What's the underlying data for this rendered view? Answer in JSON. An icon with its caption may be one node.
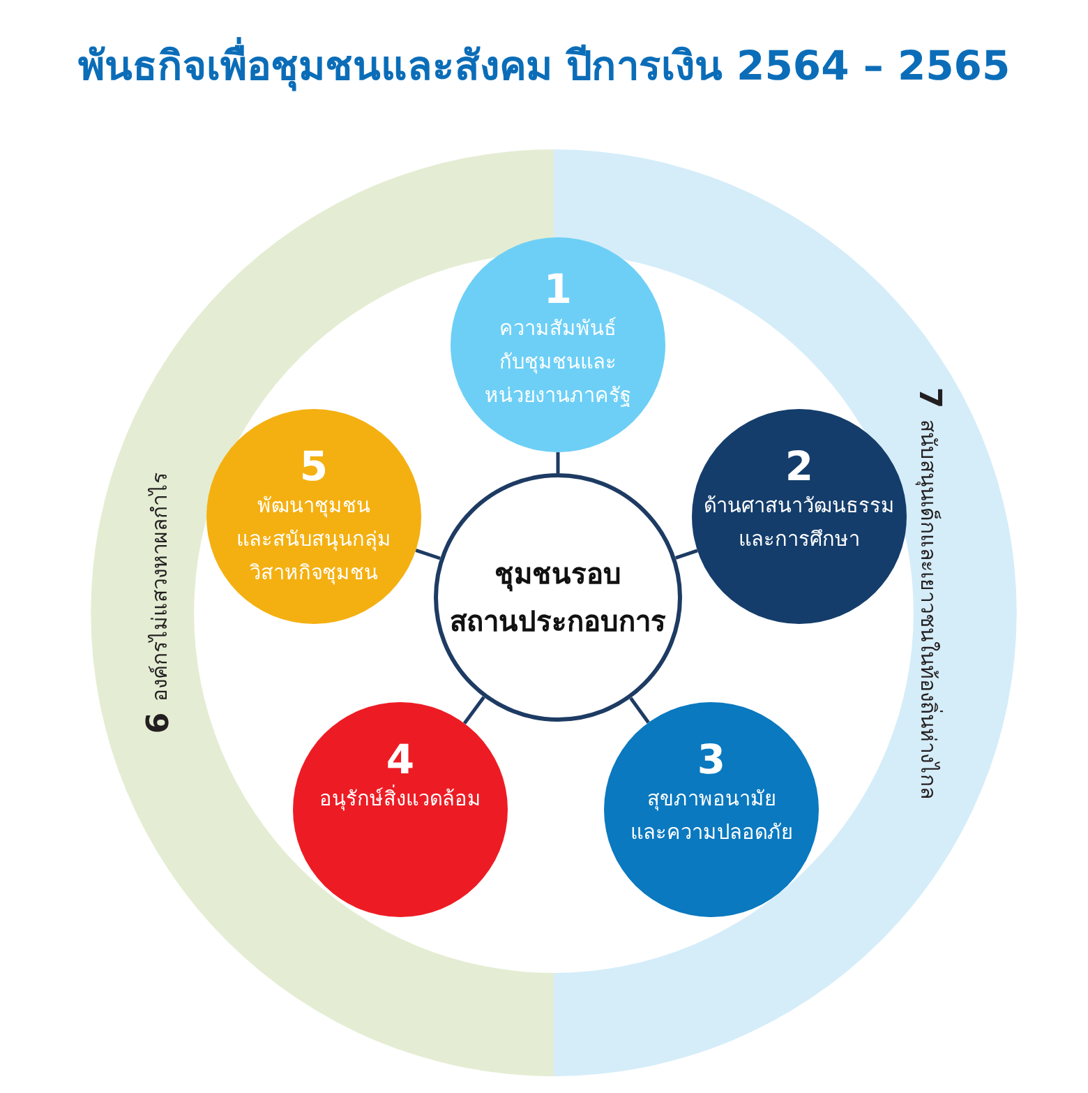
{
  "diagram": {
    "title": "พันธกิจเพื่อชุมชนและสังคม ปีการเงิน 2564 – 2565",
    "nodes": [
      {
        "text": [
          "1",
          "ความสัมพันธ์กับชุมชนและหน่วยงานภาครัฐ"
        ]
      },
      {
        "text": [
          "2",
          "ด้านศาสนาวัฒนธรรมและการศึกษา"
        ]
      },
      {
        "text": [
          "3",
          "สุขภาพอนามัยและความปลอดภัย"
        ]
      },
      {
        "text": [
          "4",
          "อนุรักษ์สิ่งแวดล้อม"
        ]
      },
      {
        "text": [
          "5",
          "พัฒนาชุมชนและสนับสนุนกลุ่มวิสาหกิจชุมชน"
        ]
      },
      {
        "text": [
          "ชุมชนรอบสถานประกอบการ"
        ]
      },
      {
        "text": [
          "6",
          "องค์กรไม่แสวงหาผลกำไร"
        ]
      },
      {
        "text": [
          "7",
          "สนับสนุนเด็กและเยาวชนในท้องถิ่นห่างไกล"
        ]
      }
    ],
    "edges": [
      {
        "from": 5,
        "to": 0,
        "arrow": "none"
      },
      {
        "from": 5,
        "to": 1,
        "arrow": "none"
      },
      {
        "from": 5,
        "to": 2,
        "arrow": "none"
      },
      {
        "from": 5,
        "to": 3,
        "arrow": "none"
      },
      {
        "from": 5,
        "to": 4,
        "arrow": "none"
      }
    ]
  }
}
